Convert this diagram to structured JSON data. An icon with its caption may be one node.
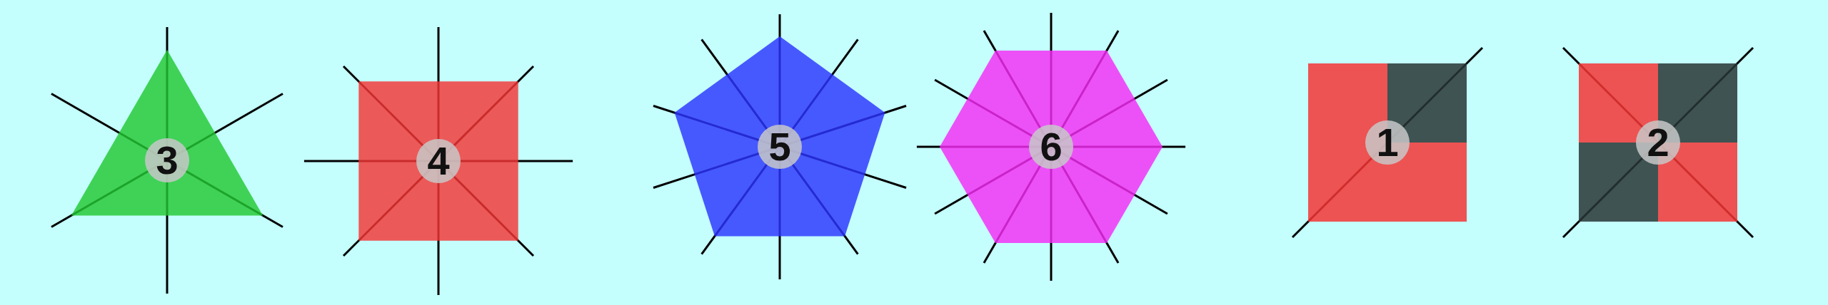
{
  "diagram": {
    "nodes": [
      {
        "text": [
          "3"
        ]
      },
      {
        "text": [
          "4"
        ]
      },
      {
        "text": [
          "5"
        ]
      },
      {
        "text": [
          "6"
        ]
      },
      {
        "text": [
          "1"
        ]
      },
      {
        "text": [
          "2"
        ]
      }
    ]
  }
}
